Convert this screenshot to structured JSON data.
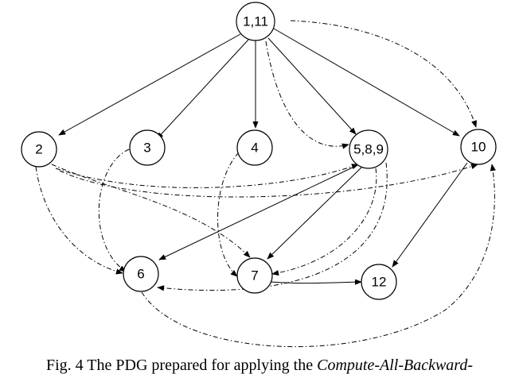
{
  "nodes": [
    {
      "id": "n1-11",
      "label": "1,11"
    },
    {
      "id": "n2",
      "label": "2"
    },
    {
      "id": "n3",
      "label": "3"
    },
    {
      "id": "n4",
      "label": "4"
    },
    {
      "id": "n5-8-9",
      "label": "5,8,9"
    },
    {
      "id": "n10",
      "label": "10"
    },
    {
      "id": "n6",
      "label": "6"
    },
    {
      "id": "n7",
      "label": "7"
    },
    {
      "id": "n12",
      "label": "12"
    }
  ],
  "edges": [
    {
      "from": "1,11",
      "to": "2",
      "style": "solid"
    },
    {
      "from": "1,11",
      "to": "3",
      "style": "solid"
    },
    {
      "from": "1,11",
      "to": "4",
      "style": "solid"
    },
    {
      "from": "1,11",
      "to": "5,8,9",
      "style": "solid"
    },
    {
      "from": "1,11",
      "to": "10",
      "style": "solid"
    },
    {
      "from": "1,11",
      "to": "5,8,9",
      "style": "dashed"
    },
    {
      "from": "1,11",
      "to": "10",
      "style": "dashed"
    },
    {
      "from": "5,8,9",
      "to": "6",
      "style": "solid"
    },
    {
      "from": "5,8,9",
      "to": "7",
      "style": "solid"
    },
    {
      "from": "10",
      "to": "12",
      "style": "solid"
    },
    {
      "from": "7",
      "to": "12",
      "style": "solid"
    },
    {
      "from": "2",
      "to": "6",
      "style": "dashed"
    },
    {
      "from": "2",
      "to": "7",
      "style": "dashed"
    },
    {
      "from": "2",
      "to": "5,8,9",
      "style": "dashed"
    },
    {
      "from": "2",
      "to": "10",
      "style": "dashed"
    },
    {
      "from": "3",
      "to": "6",
      "style": "dashed"
    },
    {
      "from": "4",
      "to": "7",
      "style": "dashed"
    },
    {
      "from": "5,8,9",
      "to": "7",
      "style": "dashed"
    },
    {
      "from": "5,8,9",
      "to": "6",
      "style": "dashed"
    },
    {
      "from": "6",
      "to": "10",
      "style": "dashed"
    }
  ],
  "caption": {
    "prefix": "Fig. 4 The PDG prepared for applying the ",
    "emphasis": "Compute-All-Backward-"
  }
}
